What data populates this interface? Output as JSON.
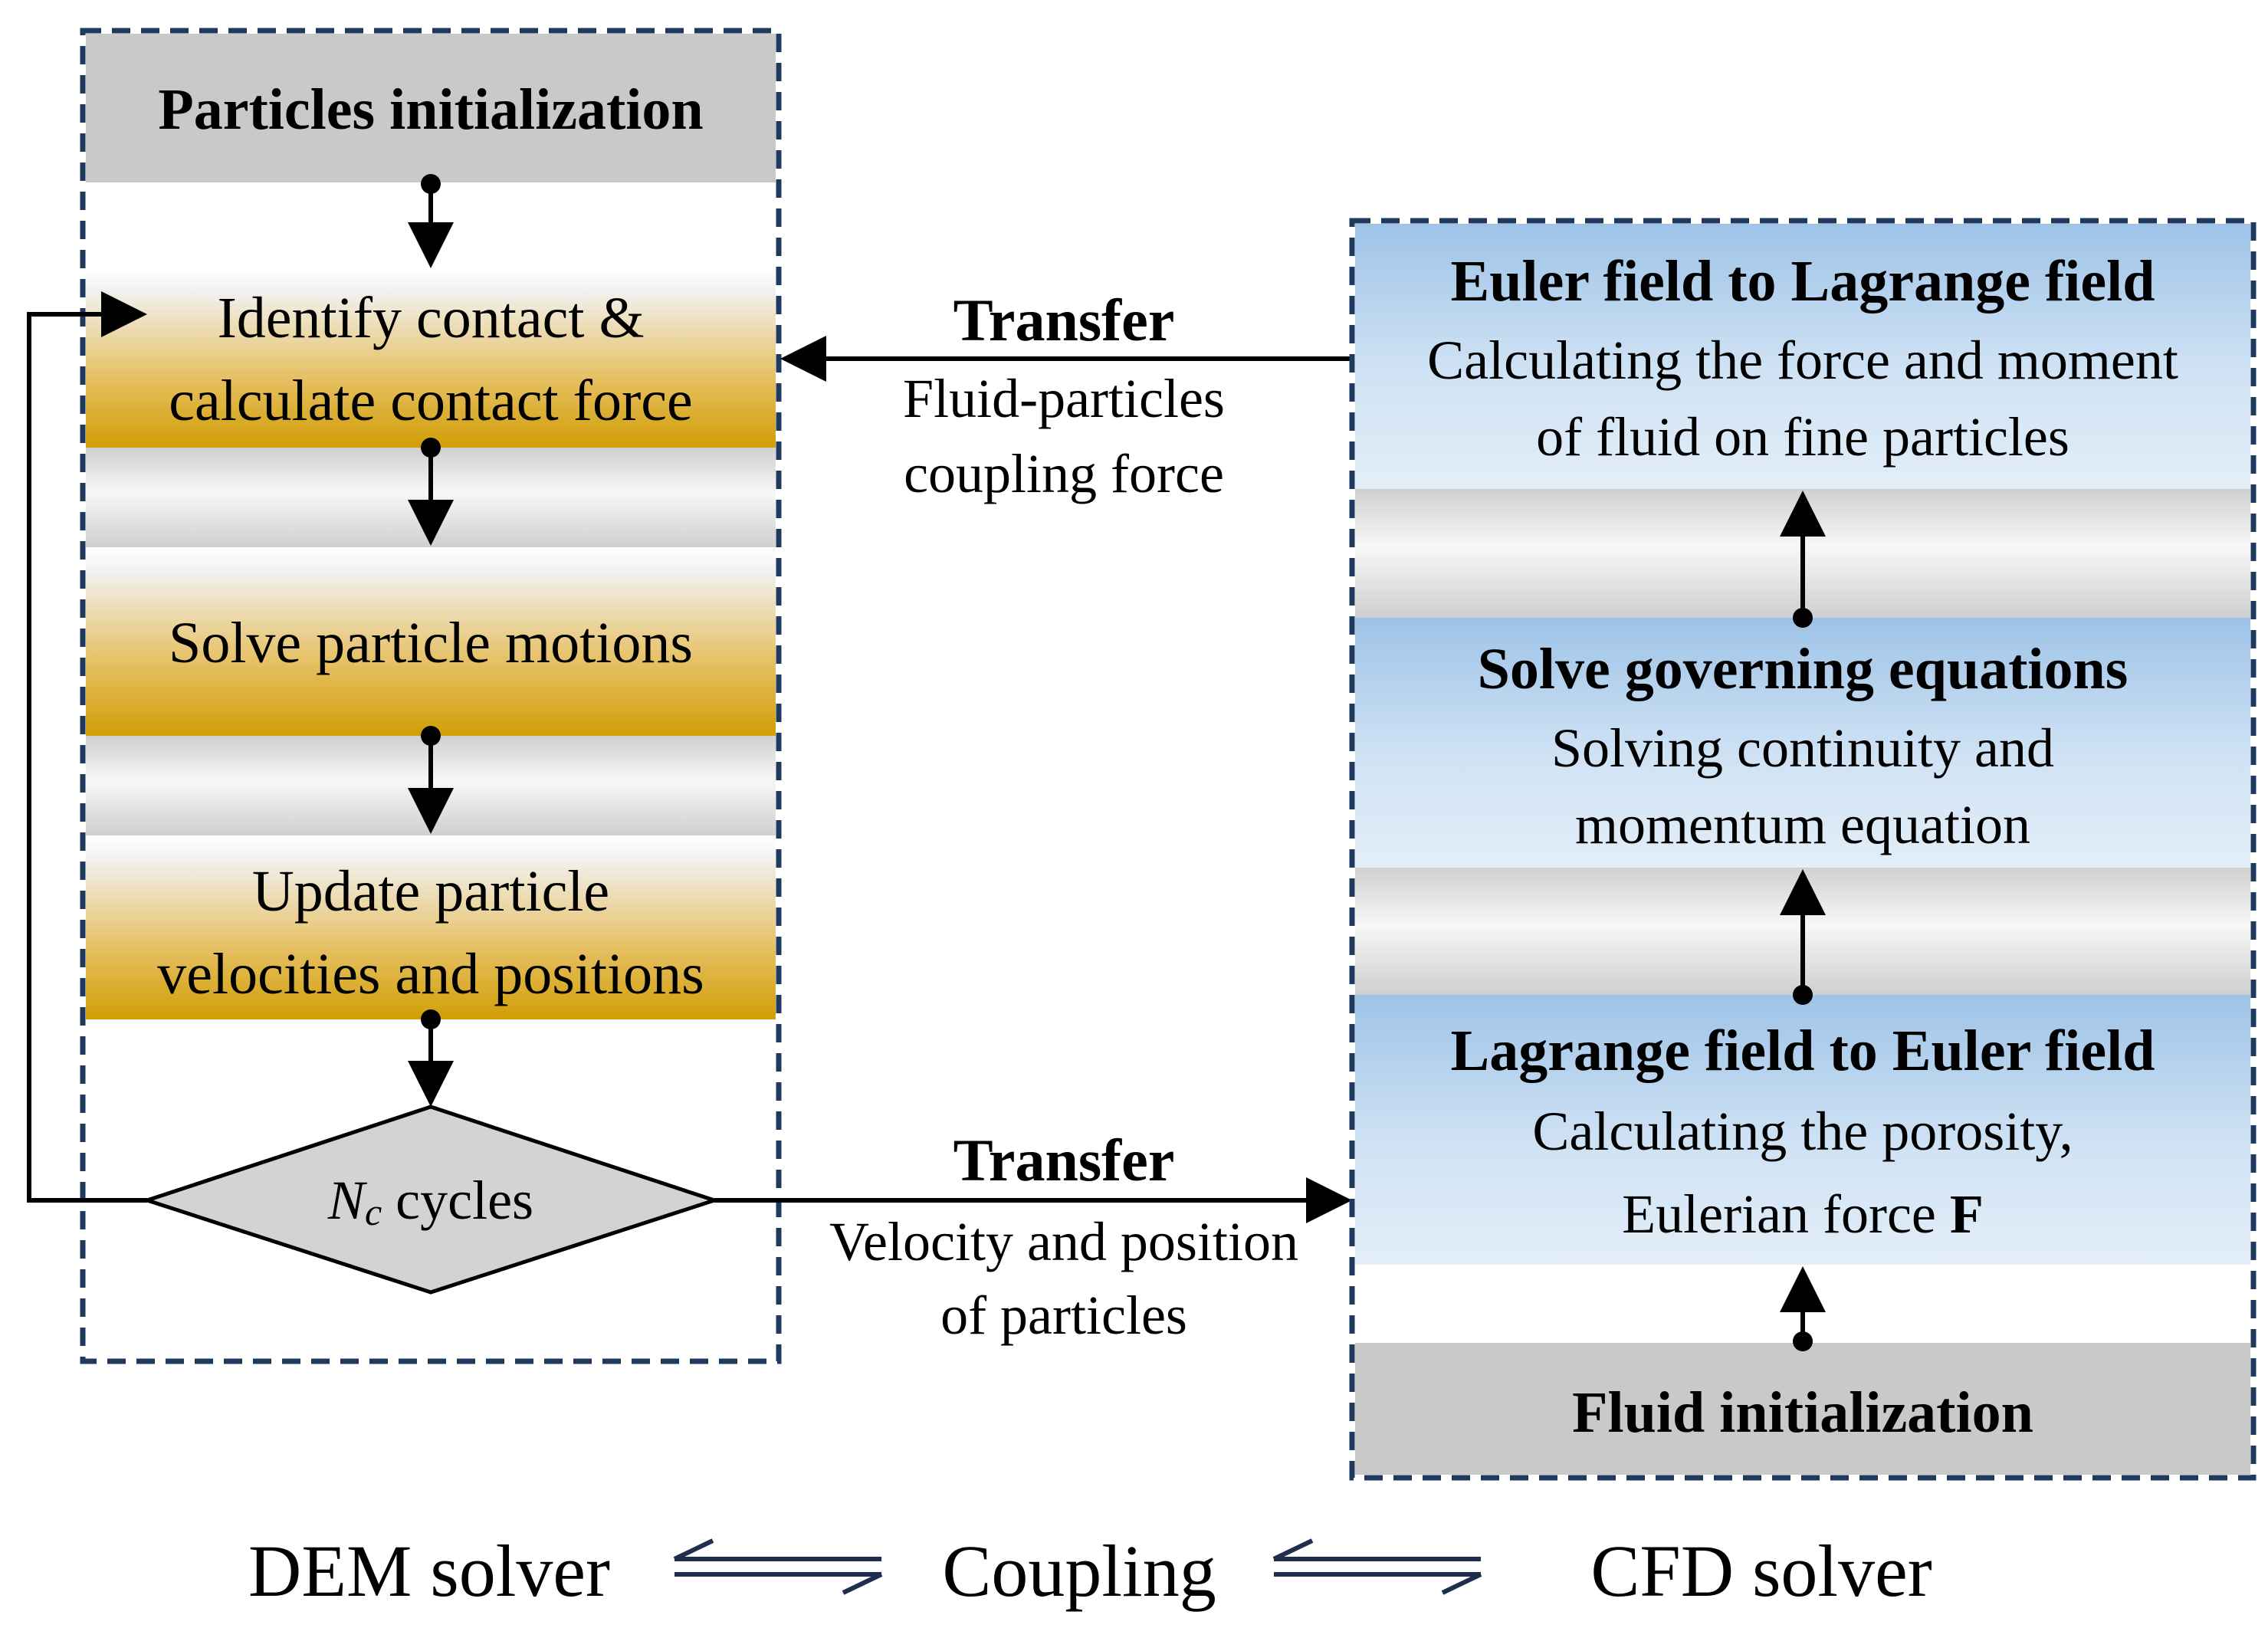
{
  "dem": {
    "init_label": "Particles initialization",
    "contact_line1": "Identify contact &",
    "contact_line2": "calculate contact force",
    "motion_label": "Solve particle motions",
    "update_line1": "Update particle",
    "update_line2": "velocities and positions",
    "decision_var": "N",
    "decision_sub": "c",
    "decision_rest": " cycles"
  },
  "transfer_top": {
    "title": "Transfer",
    "line1": "Fluid-particles",
    "line2": "coupling force"
  },
  "transfer_bottom": {
    "title": "Transfer",
    "line1": "Velocity and position",
    "line2": "of particles"
  },
  "cfd": {
    "e2l_title": "Euler field to Lagrange field",
    "e2l_line1": "Calculating the force and moment",
    "e2l_line2": "of fluid on fine particles",
    "gov_title": "Solve governing equations",
    "gov_line1": "Solving continuity and",
    "gov_line2": "momentum equation",
    "l2e_title": "Lagrange field to Euler field",
    "l2e_line1": "Calculating the porosity,",
    "l2e_line2a": "Eulerian force ",
    "l2e_line2b": "F",
    "init_label": "Fluid initialization"
  },
  "legend": {
    "dem": "DEM solver",
    "coupling": "Coupling",
    "cfd": "CFD solver"
  },
  "colors": {
    "gold": "#D4A10B",
    "gray": "#C8C8C8",
    "blue": "#9DC3E6",
    "dash": "#1F3A5F",
    "arrow_navy": "#1F2D4E"
  }
}
